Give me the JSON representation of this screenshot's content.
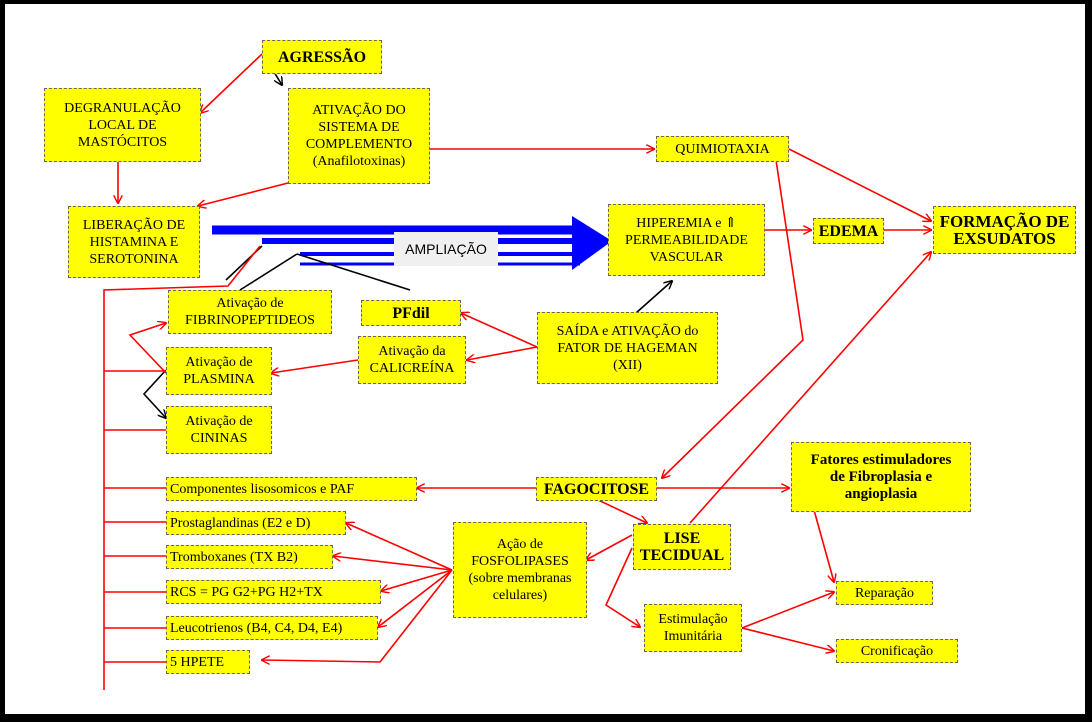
{
  "diagram": {
    "nodes": {
      "agressao": "AGRESSÃO",
      "degranulacao": "DEGRANULAÇÃO\nLOCAL DE\nMASTÓCITOS",
      "ativacao_complemento": "ATIVAÇÃO DO\nSISTEMA DE\nCOMPLEMENTO\n(Anafilotoxinas)",
      "quimiotaxia": "QUIMIOTAXIA",
      "liberacao": "LIBERAÇÃO DE\nHISTAMINA E\nSEROTONINA",
      "hiperemia": "HIPEREMIA e ⇑\nPERMEABILIDADE\nVASCULAR",
      "edema": "EDEMA",
      "exsudatos": "FORMAÇÃO DE\nEXSUDATOS",
      "ampliacao": "AMPLIAÇÃO",
      "fibrinopeptideos": "Ativação de\nFIBRINOPEPTIDEOS",
      "pfdil": "PFdil",
      "saida_hageman": "SAÍDA e ATIVAÇÃO do\nFATOR DE HAGEMAN\n(XII)",
      "calicreina": "Ativação da\nCALICREÍNA",
      "plasmina": "Ativação de\nPLASMINA",
      "cininas": "Ativação de\nCININAS",
      "fatores_fibroplasia": "Fatores estimuladores\nde Fibroplasia e\nangioplasia",
      "componentes": "Componentes lisosomicos e PAF",
      "fagocitose": "FAGOCITOSE",
      "prostaglandinas": "Prostaglandinas (E2 e D)",
      "lise": "LISE\nTECIDUAL",
      "fosfolipases": "Ação de\nFOSFOLIPASES\n(sobre membranas\ncelulares)",
      "tromboxanes": "Tromboxanes (TX B2)",
      "reparacao": "Reparação",
      "rcs": "RCS = PG G2+PG H2+TX",
      "estimulacao": "Estimulação\nImunitária",
      "leucotrienos": "Leucotrienos (B4, C4, D4, E4)",
      "cronificacao": "Cronificação",
      "hpete": "5 HPETE"
    },
    "colors": {
      "node_fill": "#ffff00",
      "arrow_red": "#ff0000",
      "arrow_black": "#000000",
      "arrow_blue": "#0000ff",
      "background": "#ffffff",
      "frame": "#000000"
    }
  }
}
